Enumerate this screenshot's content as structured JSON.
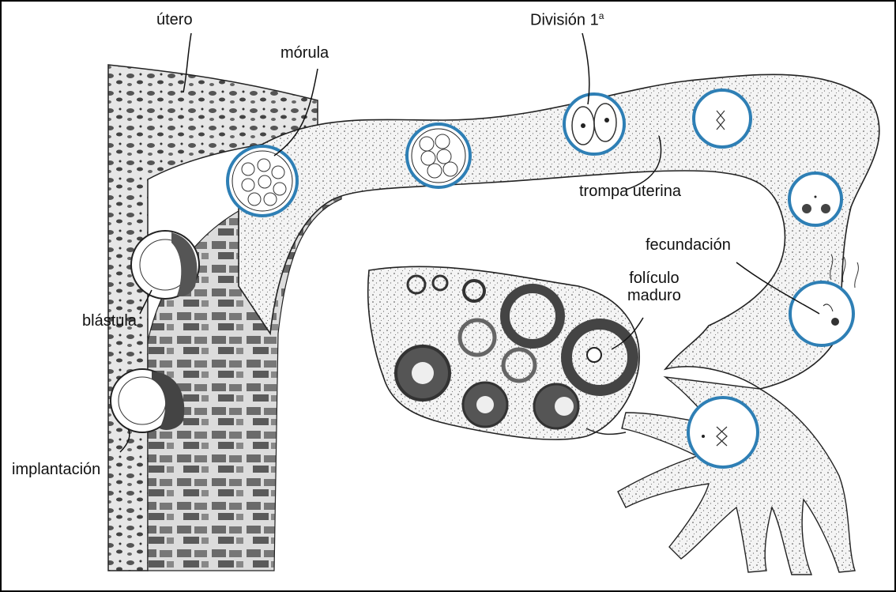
{
  "labels": {
    "utero": "útero",
    "morula": "mórula",
    "division": "División 1",
    "division_sup": "a",
    "trompa": "trompa uterina",
    "fecundacion": "fecundación",
    "foliculo_1": "folículo",
    "foliculo_2": "maduro",
    "blastula": "blástula",
    "implantacion": "implantación"
  },
  "colors": {
    "ink": "#1a1a1a",
    "tissue": "#f2f2f2",
    "stipple": "#555555",
    "cell_ring": "#2e7fb5",
    "border": "#000000"
  }
}
